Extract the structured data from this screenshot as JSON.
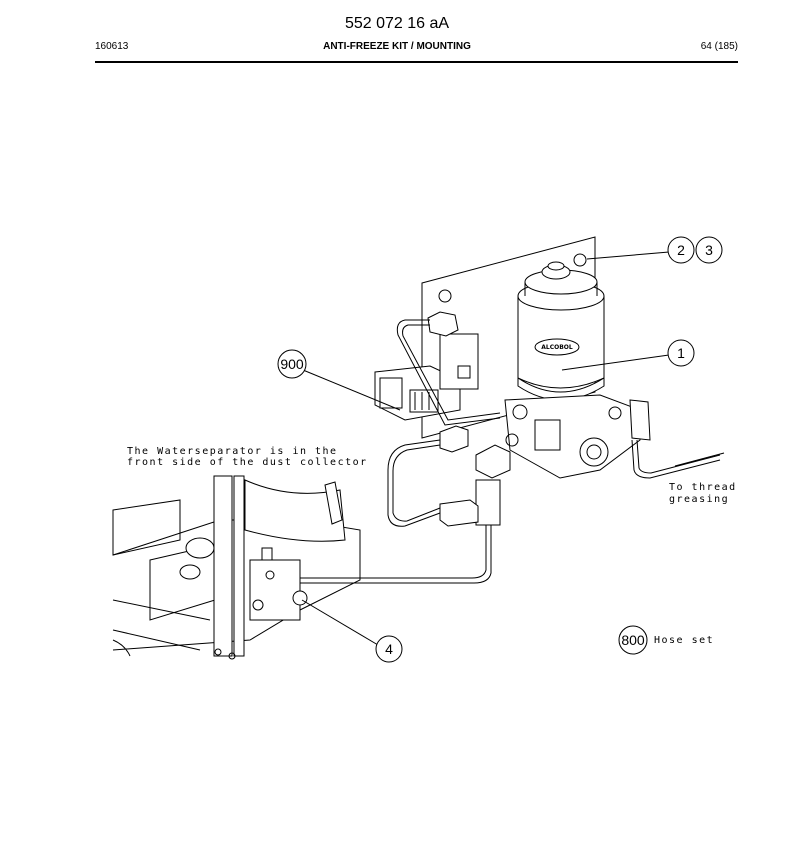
{
  "header": {
    "doc_number": "552 072 16 aA",
    "date_code": "160613",
    "title": "ANTI-FREEZE KIT / MOUNTING",
    "page": "64 (185)"
  },
  "callouts": {
    "c1": "1",
    "c2": "2",
    "c3": "3",
    "c4": "4",
    "c900": "900",
    "c800": "800"
  },
  "notes": {
    "water_separator_line1": "The Waterseparator is in the",
    "water_separator_line2": "front side of the dust collector",
    "thread_line1": "To thread",
    "thread_line2": "greasing",
    "hose_set": "Hose set",
    "alcobol_label": "ALCOBOL"
  }
}
